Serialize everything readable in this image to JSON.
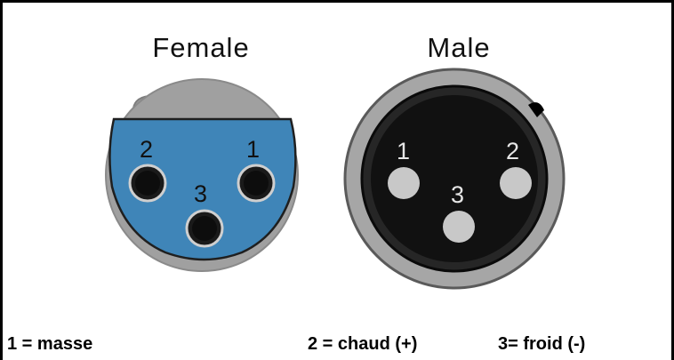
{
  "female": {
    "title": "Female",
    "pins": {
      "p1": "1",
      "p2": "2",
      "p3": "3"
    }
  },
  "male": {
    "title": "Male",
    "pins": {
      "p1": "1",
      "p2": "2",
      "p3": "3"
    }
  },
  "legend": {
    "pin1": "1 = masse",
    "pin2": "2 = chaud (+)",
    "pin3": "3= froid (-)"
  },
  "colors": {
    "shell_gray": "#a0a0a0",
    "female_insert_blue": "#3f85b8",
    "male_insert_black": "#111111",
    "male_pin_gray": "#c8c8c8",
    "socket_black": "#1a1a1a"
  }
}
